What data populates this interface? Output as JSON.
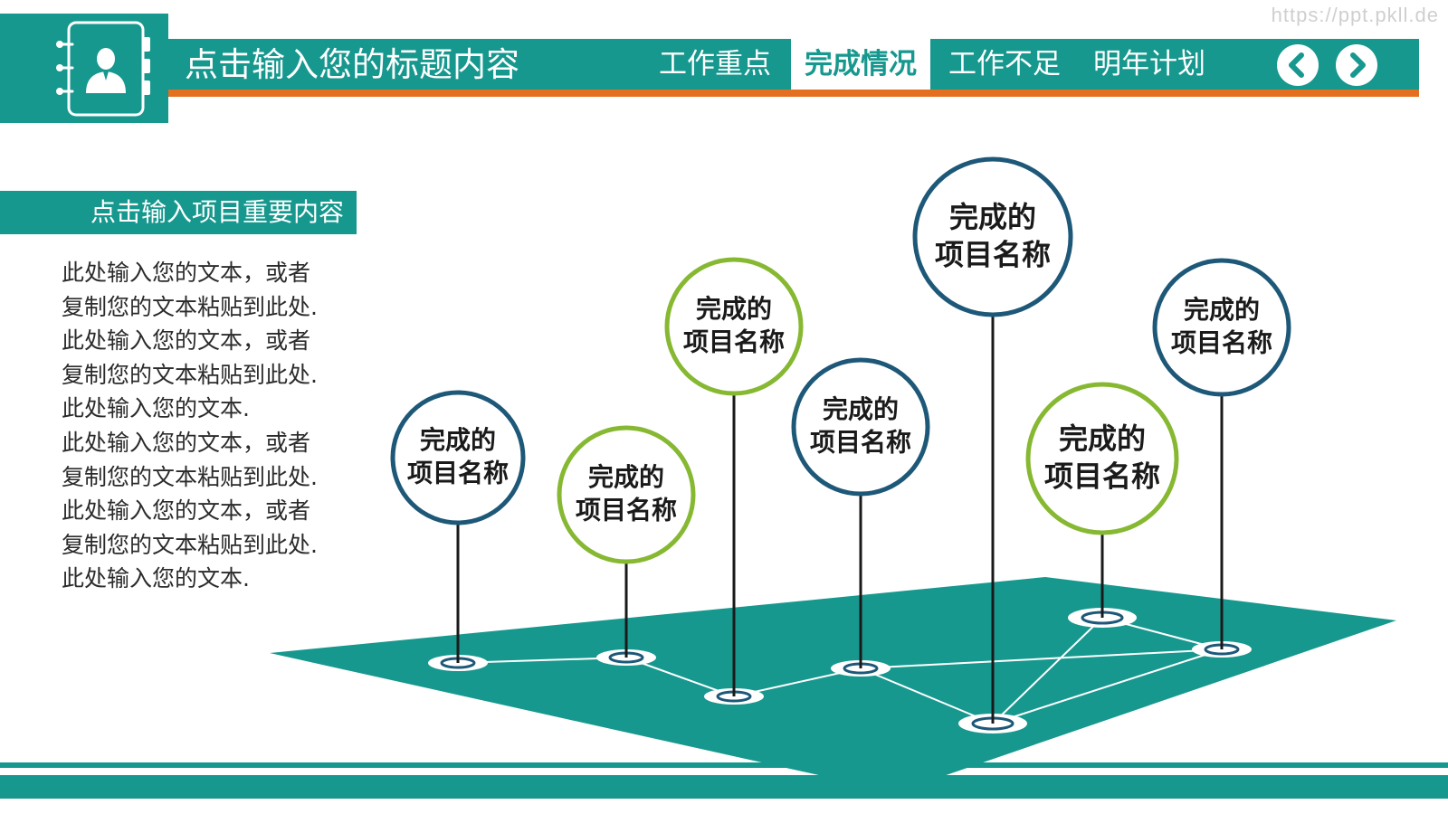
{
  "watermark": "https://ppt.pkll.de",
  "header": {
    "title": "点击输入您的标题内容",
    "tabs": [
      {
        "label": "工作重点",
        "active": false
      },
      {
        "label": "完成情况",
        "active": true
      },
      {
        "label": "工作不足",
        "active": false
      },
      {
        "label": "明年计划",
        "active": false
      }
    ],
    "prev_icon": "chevron-left-icon",
    "next_icon": "chevron-right-icon"
  },
  "logo_icon": "contact-book-icon",
  "section": {
    "label": "点击输入项目重要内容",
    "lines": [
      "此处输入您的文本，或者",
      "复制您的文本粘贴到此处.",
      "此处输入您的文本，或者",
      "复制您的文本粘贴到此处.",
      "此处输入您的文本.",
      "此处输入您的文本，或者",
      "复制您的文本粘贴到此处.",
      "此处输入您的文本，或者",
      "复制您的文本粘贴到此处.",
      "此处输入您的文本."
    ]
  },
  "diagram": {
    "pins": [
      {
        "line1": "完成的",
        "line2": "项目名称",
        "color": "#1e5878"
      },
      {
        "line1": "完成的",
        "line2": "项目名称",
        "color": "#86b832"
      },
      {
        "line1": "完成的",
        "line2": "项目名称",
        "color": "#86b832"
      },
      {
        "line1": "完成的",
        "line2": "项目名称",
        "color": "#1e5878"
      },
      {
        "line1": "完成的",
        "line2": "项目名称",
        "color": "#1e5878"
      },
      {
        "line1": "完成的",
        "line2": "项目名称",
        "color": "#86b832"
      },
      {
        "line1": "完成的",
        "line2": "项目名称",
        "color": "#1e5878"
      }
    ],
    "links": [
      [
        0,
        1
      ],
      [
        1,
        2
      ],
      [
        2,
        3
      ],
      [
        3,
        4
      ],
      [
        3,
        6
      ],
      [
        4,
        5
      ],
      [
        4,
        6
      ],
      [
        5,
        6
      ]
    ]
  },
  "colors": {
    "teal": "#17988e",
    "orange": "#e36f1f",
    "navy": "#1e5878",
    "green": "#86b832"
  }
}
